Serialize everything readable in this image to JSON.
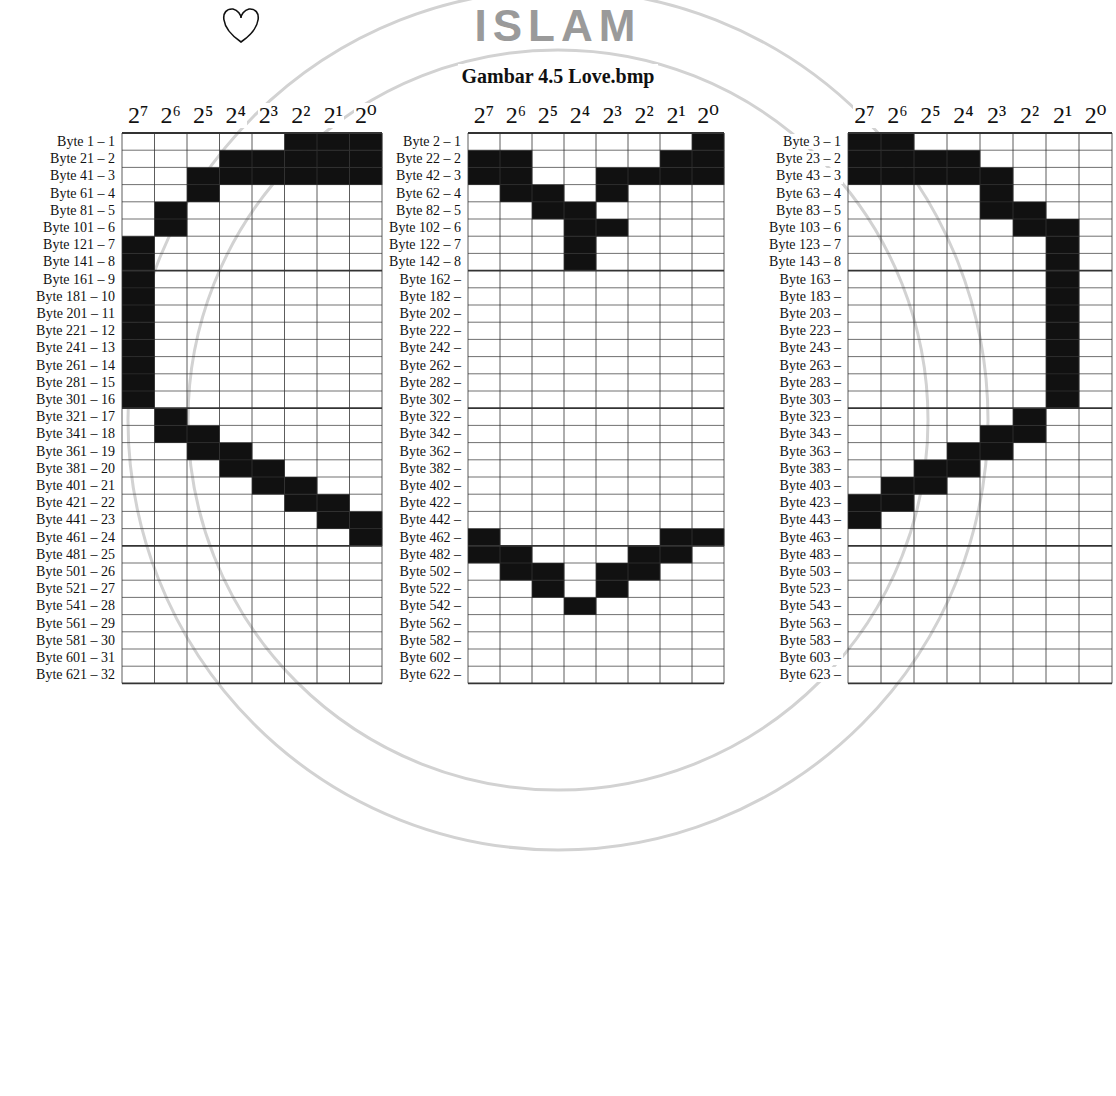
{
  "diagram": {
    "caption": "Gambar 4.5 Love.bmp",
    "labels": [
      "ISLAM",
      "2⁷",
      "2⁶",
      "2⁵",
      "2⁴",
      "2³",
      "2²",
      "2¹",
      "2⁰",
      "2⁷",
      "2⁶",
      "2⁵",
      "2⁴",
      "2³",
      "2²",
      "2¹",
      "2⁰",
      "2⁷",
      "2⁶",
      "2⁵",
      "2⁴",
      "2³",
      "2²",
      "2¹",
      "2⁰",
      "Byte 1 – 1",
      "Byte 21 – 2",
      "Byte 41 – 3",
      "Byte 61 – 4",
      "Byte 81 – 5",
      "Byte 101 – 6",
      "Byte 121 – 7",
      "Byte 141 – 8",
      "Byte 161 – 9",
      "Byte 181 – 10",
      "Byte 201 – 11",
      "Byte 221 – 12",
      "Byte 241 – 13",
      "Byte 261 – 14",
      "Byte 281 – 15",
      "Byte 301 – 16",
      "Byte 321 – 17",
      "Byte 341 – 18",
      "Byte 361 – 19",
      "Byte 381 – 20",
      "Byte 401 – 21",
      "Byte 421 – 22",
      "Byte 441 – 23",
      "Byte 461 – 24",
      "Byte 481 – 25",
      "Byte 501 – 26",
      "Byte 521 – 27",
      "Byte 541 – 28",
      "Byte 561 – 29",
      "Byte 581 – 30",
      "Byte 601 – 31",
      "Byte 621 – 32",
      "Byte 2 – 1",
      "Byte 22 – 2",
      "Byte 42 – 3",
      "Byte 62 – 4",
      "Byte 82 – 5",
      "Byte 102 – 6",
      "Byte 122 – 7",
      "Byte 142 – 8",
      "Byte 162 –",
      "Byte 182 –",
      "Byte 202 –",
      "Byte 222 –",
      "Byte 242 –",
      "Byte 262 –",
      "Byte 282 –",
      "Byte 302 –",
      "Byte 322 –",
      "Byte 342 –",
      "Byte 362 –",
      "Byte 382 –",
      "Byte 402 –",
      "Byte 422 –",
      "Byte 442 –",
      "Byte 462 –",
      "Byte 482 –",
      "Byte 502 –",
      "Byte 522 –",
      "Byte 542 –",
      "Byte 562 –",
      "Byte 582 –",
      "Byte 602 –",
      "Byte 622 –",
      "Byte 3 – 1",
      "Byte 23 – 2",
      "Byte 43 – 3",
      "Byte 63 – 4",
      "Byte 83 – 5",
      "Byte 103 – 6",
      "Byte 123 – 7",
      "Byte 143 – 8",
      "Byte 163 –",
      "Byte 183 –",
      "Byte 203 –",
      "Byte 223 –",
      "Byte 243 –",
      "Byte 263 –",
      "Byte 283 –",
      "Byte 303 –",
      "Byte 323 –",
      "Byte 343 –",
      "Byte 363 –",
      "Byte 383 –",
      "Byte 403 –",
      "Byte 423 –",
      "Byte 443 –",
      "Byte 463 –",
      "Byte 483 –",
      "Byte 503 –",
      "Byte 523 –",
      "Byte 543 –",
      "Byte 563 –",
      "Byte 583 –",
      "Byte 603 –",
      "Byte 623 –"
    ]
  }
}
